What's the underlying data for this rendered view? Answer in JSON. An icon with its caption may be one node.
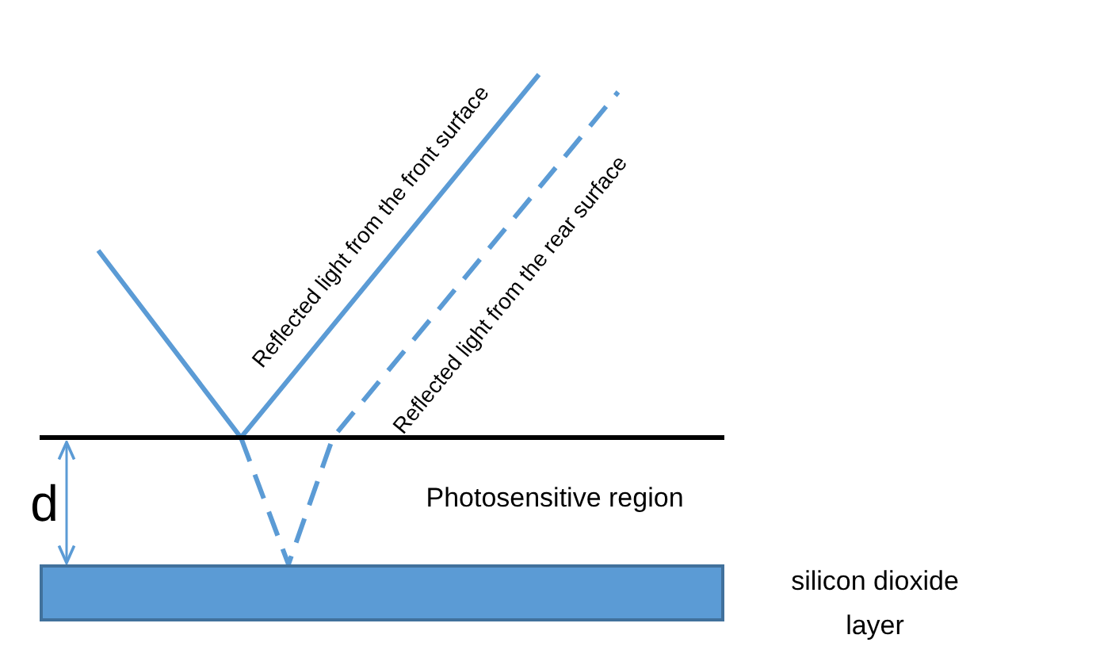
{
  "diagram": {
    "nodes": [
      {
        "text": [],
        "shape": "bar",
        "beside": [
          "silicon dioxide layer"
        ]
      }
    ],
    "labels": [
      "Reflected light from the front surface",
      "Reflected light from the rear surface",
      "d",
      "Photosensitive region"
    ]
  }
}
